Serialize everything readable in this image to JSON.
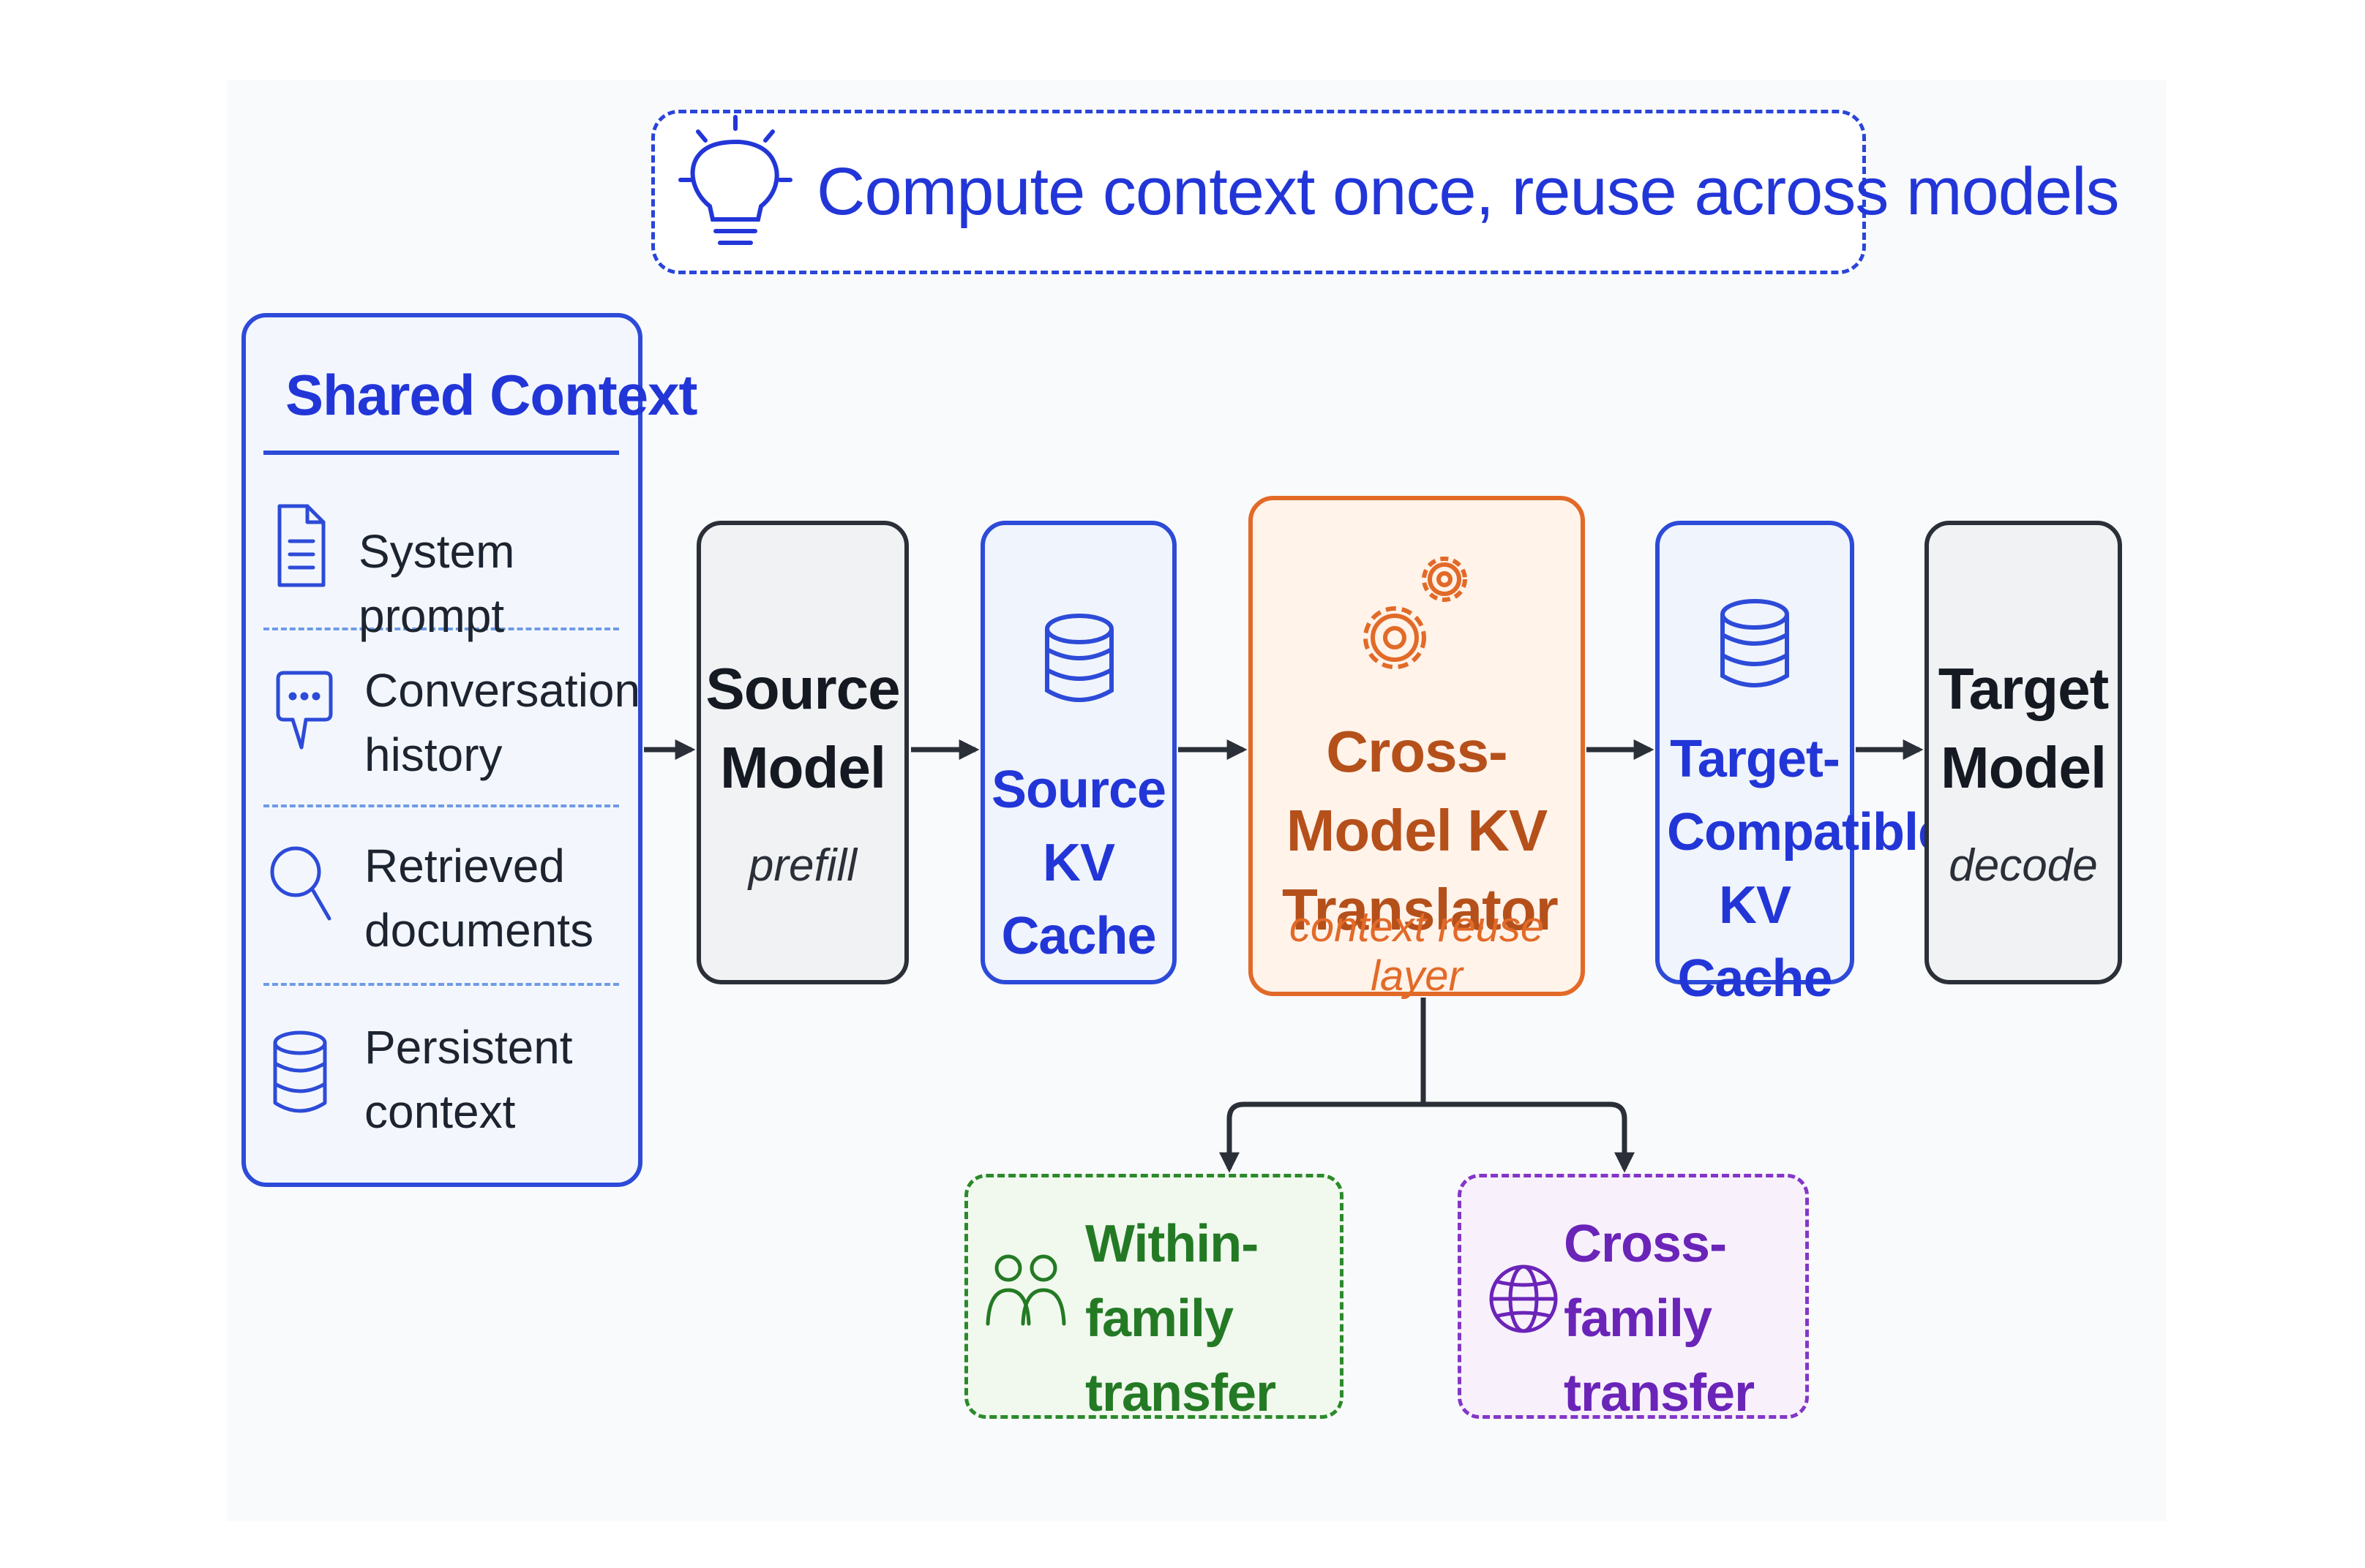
{
  "banner": {
    "text": "Compute context once, reuse across models",
    "icon": "lightbulb-icon"
  },
  "shared_context": {
    "title": "Shared Context",
    "items": [
      {
        "label": "System prompt",
        "icon": "document-icon"
      },
      {
        "label": "Conversation history",
        "icon": "chat-bubble-icon"
      },
      {
        "label": "Retrieved documents",
        "icon": "magnifier-icon"
      },
      {
        "label": "Persistent context",
        "icon": "database-icon"
      }
    ]
  },
  "pipeline": {
    "source_model": {
      "title": "Source Model",
      "subtitle": "prefill"
    },
    "source_kv": {
      "title": "Source KV Cache",
      "icon": "database-icon"
    },
    "translator": {
      "title": "Cross-Model KV Translator",
      "subtitle": "context reuse layer",
      "icon": "gears-icon"
    },
    "target_kv": {
      "title": "Target-Compatible KV Cache",
      "icon": "database-icon"
    },
    "target_model": {
      "title": "Target Model",
      "subtitle": "decode"
    }
  },
  "branches": {
    "within": {
      "title": "Within-family transfer",
      "icon": "people-icon"
    },
    "cross": {
      "title": "Cross-family transfer",
      "icon": "globe-icon"
    }
  },
  "colors": {
    "blue": "#2236d8",
    "orange": "#e26a28",
    "green": "#247a24",
    "purple": "#6b24b8",
    "dark": "#2b3038"
  }
}
